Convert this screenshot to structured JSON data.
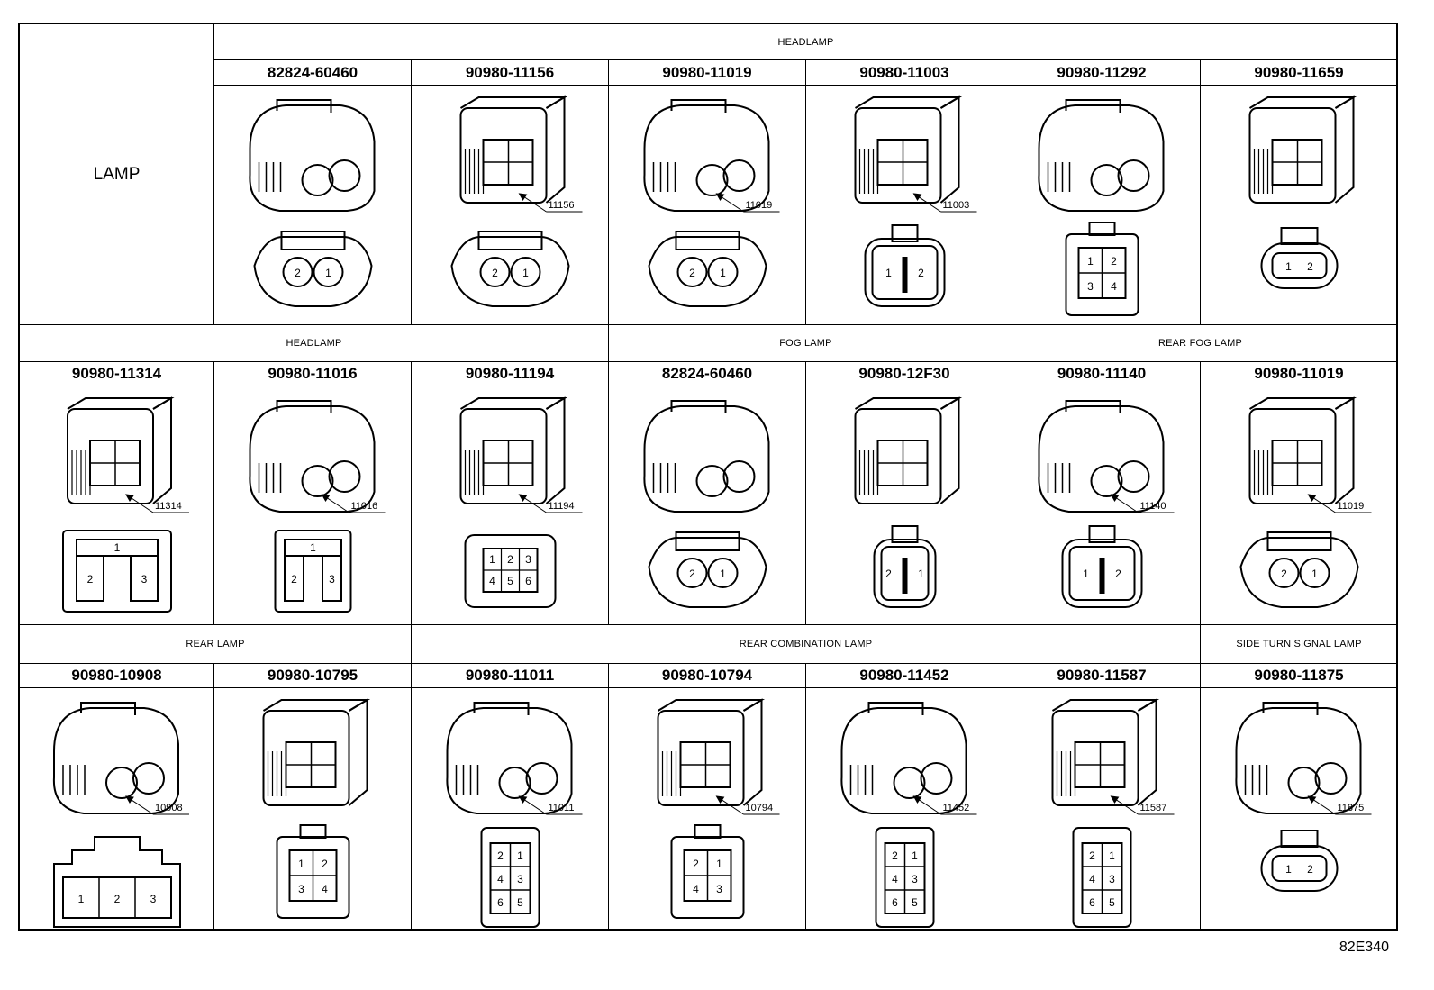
{
  "corner_label": "LAMP",
  "figure_code": "82E340",
  "rows": [
    {
      "groups": [
        {
          "label": "HEADLAMP",
          "start": 1,
          "span": 6
        }
      ],
      "parts": [
        {
          "col": 1,
          "part_no": "82824-60460",
          "callout": "",
          "pins": [
            "2",
            "1"
          ],
          "style": "round2"
        },
        {
          "col": 2,
          "part_no": "90980-11156",
          "callout": "11156",
          "pins": [
            "2",
            "1"
          ],
          "style": "round2"
        },
        {
          "col": 3,
          "part_no": "90980-11019",
          "callout": "11019",
          "pins": [
            "2",
            "1"
          ],
          "style": "round2"
        },
        {
          "col": 4,
          "part_no": "90980-11003",
          "callout": "11003",
          "pins": [
            "1",
            "2"
          ],
          "style": "square2"
        },
        {
          "col": 5,
          "part_no": "90980-11292",
          "callout": "",
          "pins": [
            "1",
            "2",
            "3",
            "4"
          ],
          "style": "square4"
        },
        {
          "col": 6,
          "part_no": "90980-11659",
          "callout": "",
          "pins": [
            "1",
            "2"
          ],
          "style": "pill2"
        }
      ]
    },
    {
      "groups": [
        {
          "label": "HEADLAMP",
          "start": 0,
          "span": 3
        },
        {
          "label": "FOG LAMP",
          "start": 3,
          "span": 2
        },
        {
          "label": "REAR FOG LAMP",
          "start": 5,
          "span": 2
        }
      ],
      "parts": [
        {
          "col": 0,
          "part_no": "90980-11314",
          "callout": "11314",
          "pins": [
            "1",
            "2",
            "3"
          ],
          "style": "tri3"
        },
        {
          "col": 1,
          "part_no": "90980-11016",
          "callout": "11016",
          "pins": [
            "1",
            "2",
            "3"
          ],
          "style": "tri3small"
        },
        {
          "col": 2,
          "part_no": "90980-11194",
          "callout": "11194",
          "pins": [
            "1",
            "2",
            "3",
            "4",
            "5",
            "6"
          ],
          "style": "grid6"
        },
        {
          "col": 3,
          "part_no": "82824-60460",
          "callout": "",
          "pins": [
            "2",
            "1"
          ],
          "style": "round2"
        },
        {
          "col": 4,
          "part_no": "90980-12F30",
          "callout": "",
          "pins": [
            "2",
            "1"
          ],
          "style": "square2small"
        },
        {
          "col": 5,
          "part_no": "90980-11140",
          "callout": "11140",
          "pins": [
            "1",
            "2"
          ],
          "style": "square2"
        },
        {
          "col": 6,
          "part_no": "90980-11019",
          "callout": "11019",
          "pins": [
            "2",
            "1"
          ],
          "style": "round2"
        }
      ]
    },
    {
      "groups": [
        {
          "label": "REAR LAMP",
          "start": 0,
          "span": 2
        },
        {
          "label": "REAR COMBINATION LAMP",
          "start": 2,
          "span": 4
        },
        {
          "label": "SIDE TURN SIGNAL LAMP",
          "start": 6,
          "span": 1
        }
      ],
      "parts": [
        {
          "col": 0,
          "part_no": "90980-10908",
          "callout": "10908",
          "pins": [
            "1",
            "2",
            "3"
          ],
          "style": "row3"
        },
        {
          "col": 1,
          "part_no": "90980-10795",
          "callout": "",
          "pins": [
            "1",
            "2",
            "3",
            "4"
          ],
          "style": "square4"
        },
        {
          "col": 2,
          "part_no": "90980-11011",
          "callout": "11011",
          "pins": [
            "2",
            "1",
            "4",
            "3",
            "6",
            "5"
          ],
          "style": "col6"
        },
        {
          "col": 3,
          "part_no": "90980-10794",
          "callout": "10794",
          "pins": [
            "2",
            "1",
            "4",
            "3"
          ],
          "style": "square4"
        },
        {
          "col": 4,
          "part_no": "90980-11452",
          "callout": "11452",
          "pins": [
            "2",
            "1",
            "4",
            "3",
            "6",
            "5"
          ],
          "style": "col6"
        },
        {
          "col": 5,
          "part_no": "90980-11587",
          "callout": "11587",
          "pins": [
            "2",
            "1",
            "4",
            "3",
            "6",
            "5"
          ],
          "style": "col6"
        },
        {
          "col": 6,
          "part_no": "90980-11875",
          "callout": "11875",
          "pins": [
            "1",
            "2"
          ],
          "style": "pill2"
        }
      ]
    }
  ]
}
